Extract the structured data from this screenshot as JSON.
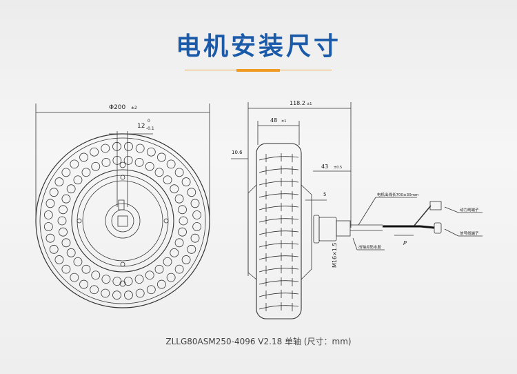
{
  "title": "电机安装尺寸",
  "caption": "ZLLG80ASM250-4096 V2.18 单轴 (尺寸：mm)",
  "front_view": {
    "diameter": "Φ200",
    "diameter_tol": "±2",
    "shaft": "12",
    "shaft_tol_upper": "0",
    "shaft_tol_lower": "-0.1"
  },
  "side_view": {
    "overall": "118.2",
    "overall_tol": "±1",
    "tire_width": "48",
    "tire_width_tol": "±1",
    "offset": "10.6",
    "shaft_len": "43",
    "shaft_len_tol": "±0.5",
    "flange": "5",
    "thread": "M16×1.5",
    "cable_label": "电机出线长700±30mm",
    "power_label": "动力线端子",
    "signal_label": "信号线端子",
    "waterproof_label": "出轴点防水胶",
    "direction": "P"
  },
  "colors": {
    "title": "#1a5aa8",
    "accent": "#ef9a22"
  }
}
